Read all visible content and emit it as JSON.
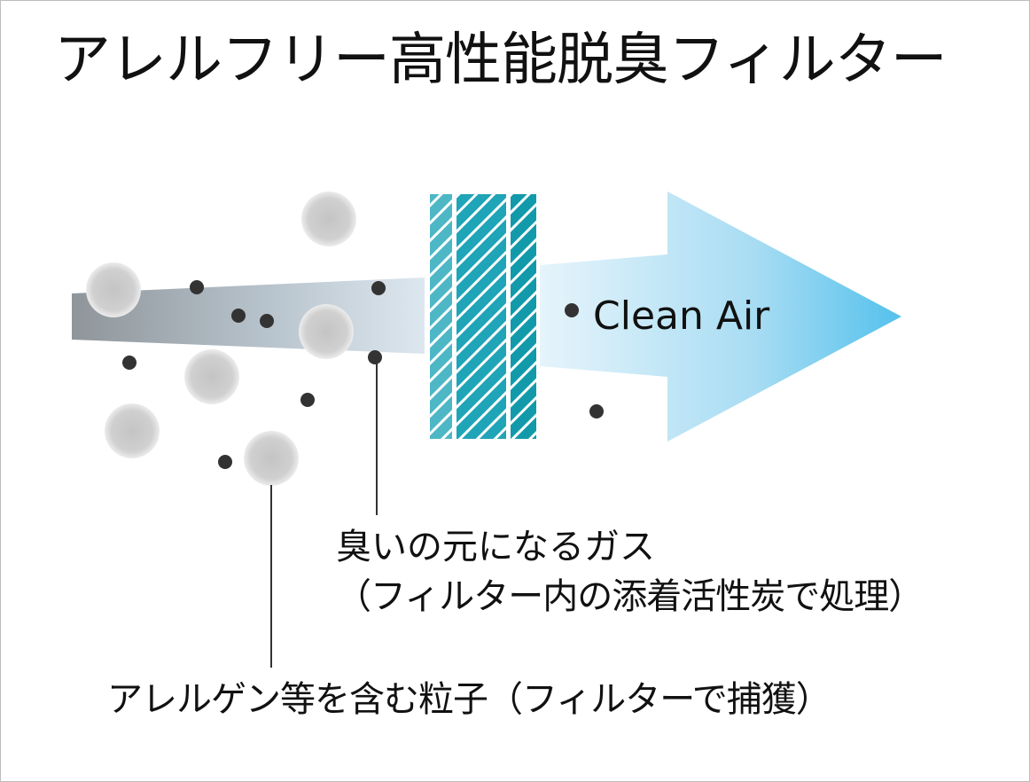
{
  "title": "アレルフリー高性能脱臭フィルター",
  "clean_air_label": "Clean Air",
  "gas_label": {
    "line1": "臭いの元になるガス",
    "line2": "（フィルター内の添着活性炭で処理）"
  },
  "particle_label": "アレルゲン等を含む粒子（フィルターで捕獲）",
  "colors": {
    "filter_teal": "#1aa3b5",
    "clean_air_blue": "#5bc3ec",
    "dirty_air_gray": "#8f959a",
    "particle_gray": "#bdbdbd",
    "gas_dot": "#333333"
  }
}
